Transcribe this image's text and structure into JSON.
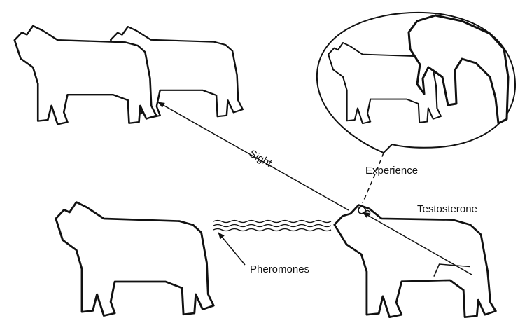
{
  "labels": {
    "sight": "Sight",
    "experience": "Experience",
    "testosterone": "Testosterone",
    "pheromones": "Pheromones"
  },
  "colors": {
    "ink": "#111111",
    "background": "#ffffff"
  }
}
